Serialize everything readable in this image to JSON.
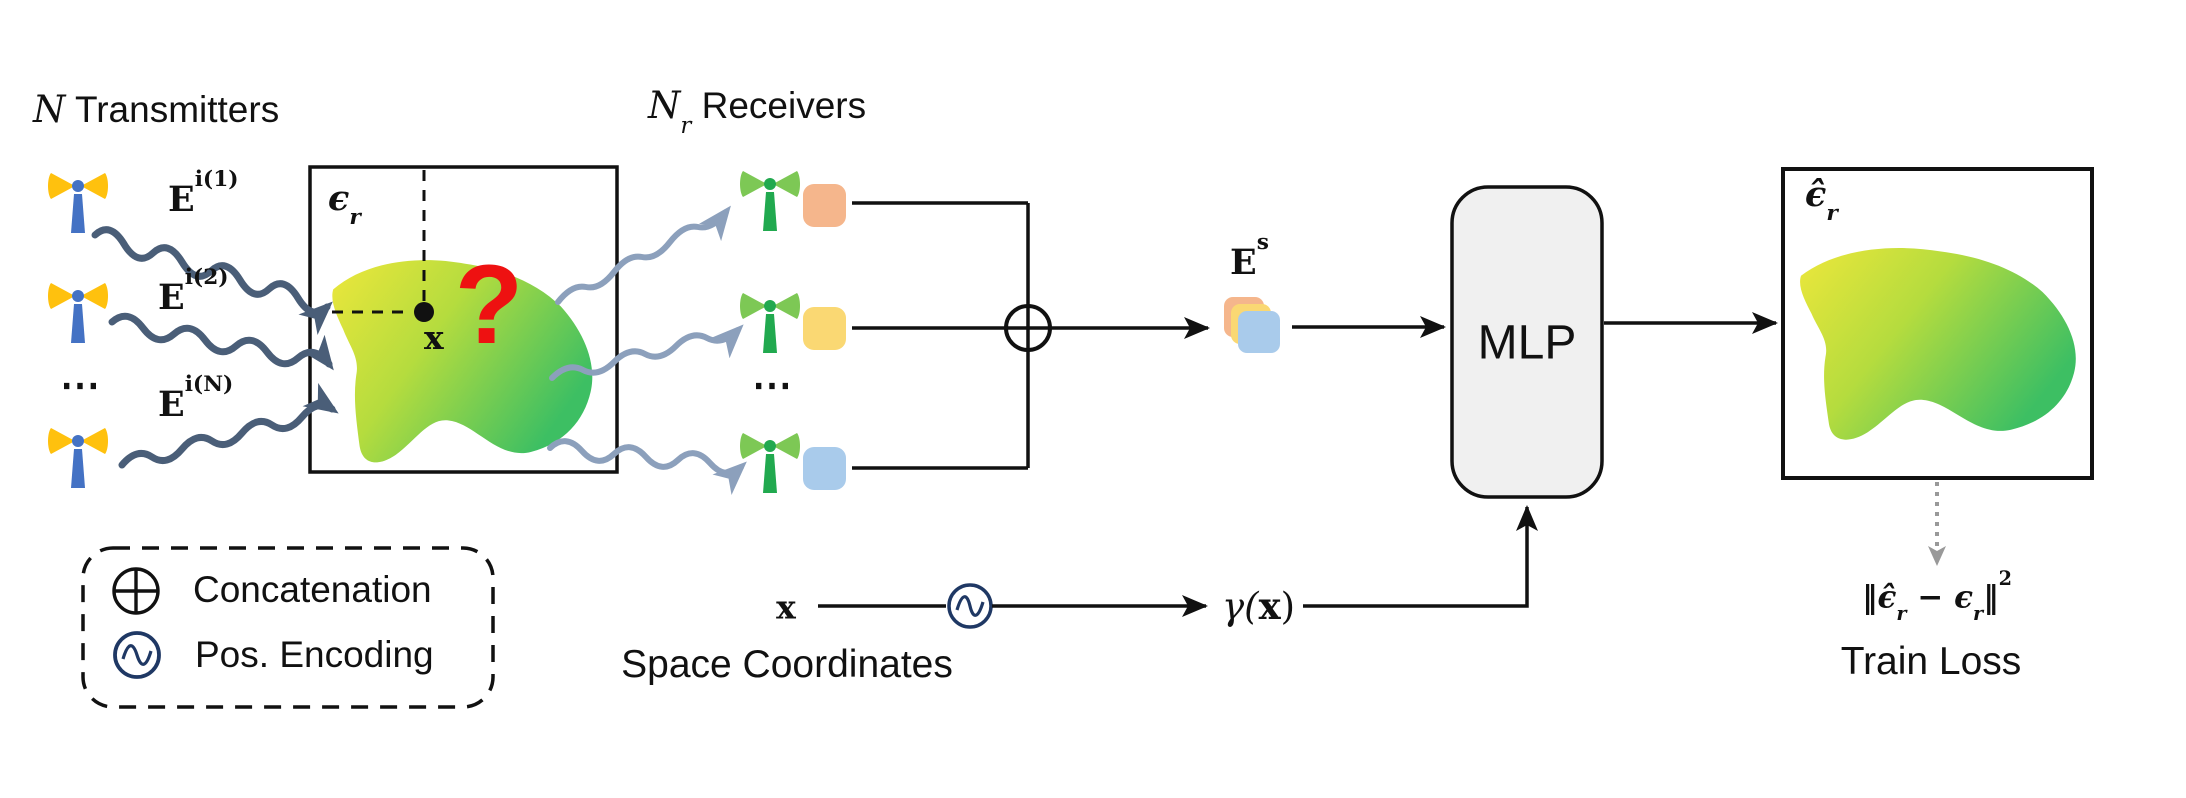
{
  "titles": {
    "transmitters": {
      "math": "N",
      "label": "Transmitters"
    },
    "receivers": {
      "math": "N",
      "sub": "r",
      "label": "Receivers"
    }
  },
  "incident_waves": [
    {
      "base": "E",
      "sup": "i(1)"
    },
    {
      "base": "E",
      "sup": "i(2)"
    },
    {
      "base": "E",
      "sup": "i(N)"
    }
  ],
  "ellipsis": {
    "transmitters": "⋯",
    "receivers": "⋯"
  },
  "scene_box": {
    "label_base": "ϵ",
    "label_sub": "r",
    "point_label": "x",
    "question_mark": "?"
  },
  "scattered_field": {
    "base": "E",
    "sup": "s"
  },
  "mlp": {
    "label": "MLP"
  },
  "output_box": {
    "label_base": "ϵ̂",
    "label_sub": "r"
  },
  "loss": {
    "norm_open": "‖",
    "eps_hat": "ϵ̂",
    "eps_hat_sub": "r",
    "minus": " − ",
    "eps": "ϵ",
    "eps_sub": "r",
    "norm_close": "‖",
    "exponent": "2",
    "title": "Train Loss"
  },
  "coordinates": {
    "x_label": "x",
    "gamma_open": "γ(",
    "gamma_x": "x",
    "gamma_close": ")",
    "caption": "Space Coordinates"
  },
  "legend": {
    "concatenation": "Concatenation",
    "pos_encoding": "Pos. Encoding"
  },
  "colors": {
    "wave_dark": "#4a5e78",
    "wave_light": "#8ca0bc",
    "line_black": "#111111",
    "gray_arrow": "#999999",
    "chip_orange": "#f5b68c",
    "chip_yellow": "#fad873",
    "chip_blue": "#a9cbeb",
    "antenna_gold": "#ffc10e",
    "antenna_blue": "#4472c4",
    "antenna_green_light": "#7dc855",
    "antenna_green_dark": "#21a94f",
    "navy": "#1f3864",
    "blob_yellow": "#ede73b",
    "blob_mid": "#b5dc3e",
    "blob_green": "#3dbf63",
    "question_red": "#ee1111",
    "mlp_fill": "#f0f0f0"
  }
}
